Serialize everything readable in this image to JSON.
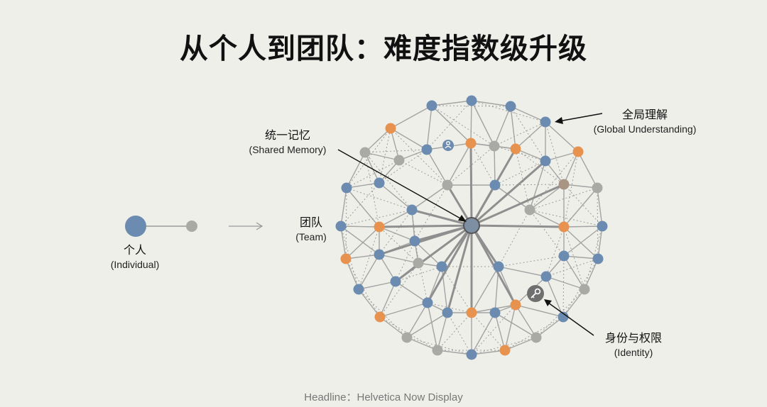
{
  "title": "从个人到团队：难度指数级升级",
  "individual": {
    "zh": "个人",
    "en": "(Individual)"
  },
  "team": {
    "zh": "团队",
    "en": "(Team)"
  },
  "shared_memory": {
    "zh": "统一记忆",
    "en": "(Shared Memory)"
  },
  "global_understanding": {
    "zh": "全局理解",
    "en": "(Global Understanding)"
  },
  "identity": {
    "zh": "身份与权限",
    "en": "(Identity)"
  },
  "footer": "Headline：Helvetica Now Display",
  "colors": {
    "blue": "#6b8cb0",
    "gray": "#a9a9a6",
    "orange": "#e8924f",
    "taupe": "#a89583",
    "line": "#a3a3a3",
    "hub": "#7c8fa3",
    "background": "#efefea"
  },
  "icons": {
    "user_badge": "user-badge-icon",
    "key_badge": "key-icon"
  }
}
